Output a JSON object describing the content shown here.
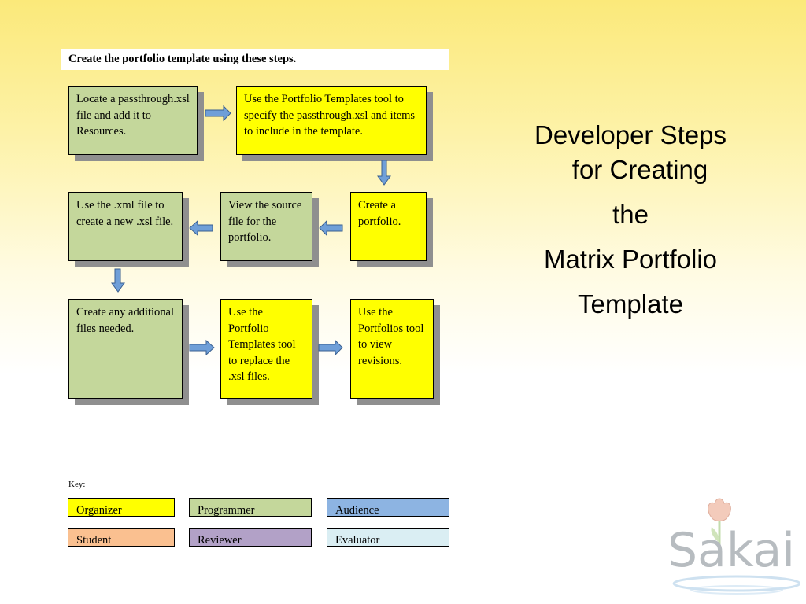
{
  "header": {
    "text": "Create the portfolio template using these steps."
  },
  "steps": [
    {
      "text": "Locate a passthrough.xsl file and add it to Resources.",
      "role": "Programmer",
      "color": "#c4d79b"
    },
    {
      "text": "Use the Portfolio Templates tool to specify the passthrough.xsl and items to include in the template.",
      "role": "Organizer",
      "color": "#ffff00"
    },
    {
      "text": "Create a portfolio.",
      "role": "Organizer",
      "color": "#ffff00"
    },
    {
      "text": "View the source file for the portfolio.",
      "role": "Programmer",
      "color": "#c4d79b"
    },
    {
      "text": "Use the .xml file to create a new .xsl file.",
      "role": "Programmer",
      "color": "#c4d79b"
    },
    {
      "text": "Create any additional files needed.",
      "role": "Programmer",
      "color": "#c4d79b"
    },
    {
      "text": "Use the Portfolio Templates tool to replace the .xsl files.",
      "role": "Organizer",
      "color": "#ffff00"
    },
    {
      "text": "Use the Portfolios tool to view revisions.",
      "role": "Organizer",
      "color": "#ffff00"
    }
  ],
  "ghost_text": {
    "step1": "Resources.",
    "step2": "include in the template.",
    "step4": "portfolio.",
    "step7": ".xsl files."
  },
  "title": {
    "line1": "Developer Steps",
    "line2": "for Creating",
    "line3": "the",
    "line4": "Matrix Portfolio",
    "line5": "Template"
  },
  "key": {
    "label": "Key:",
    "items": [
      {
        "label": "Organizer",
        "color": "#ffff00"
      },
      {
        "label": "Programmer",
        "color": "#c4d79b"
      },
      {
        "label": "Audience",
        "color": "#8db4e2"
      },
      {
        "label": "Student",
        "color": "#fac090"
      },
      {
        "label": "Reviewer",
        "color": "#b2a1c7"
      },
      {
        "label": "Evaluator",
        "color": "#daeef3"
      }
    ]
  },
  "logo": {
    "text": "Sakai"
  },
  "colors": {
    "arrow_fill": "#6f9fd8",
    "arrow_stroke": "#3a5f8f"
  }
}
